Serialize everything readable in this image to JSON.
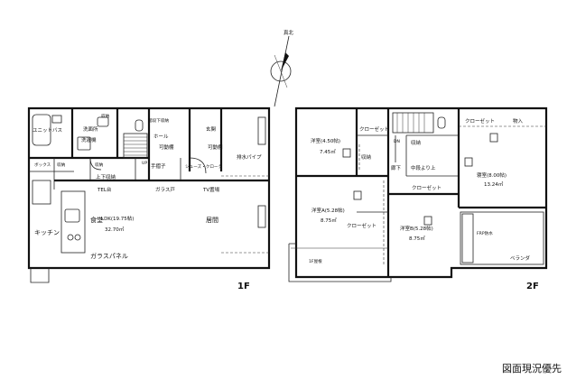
{
  "compass": {
    "label": "真北"
  },
  "floors": {
    "first": {
      "label": "1F"
    },
    "second": {
      "label": "2F"
    }
  },
  "first_floor_rooms": {
    "unit_bath": "ユニットバス",
    "washroom": "洗面所",
    "laundry": "洗濯機",
    "hall": "ホール",
    "under_stair": "階段下収納",
    "entrance": "玄関",
    "movable_shelf_1": "可動棚",
    "movable_shelf_2": "可動棚",
    "storage_a": "収納",
    "storage_b": "収納",
    "storage_c": "収納",
    "pantry": "ボックス",
    "shoes": "シューズ・クローク",
    "handrail": "手摺子",
    "drain_pipe": "排水パイプ",
    "upper_storage": "上下収納",
    "tel_stand": "TEL台",
    "glass_door": "ガラス戸",
    "tv_board": "TV置場",
    "ldk_area": "LDK(19.75帖)",
    "ldk_m2": "32.70㎡",
    "dining": "食堂",
    "living": "居間",
    "kitchen": "キッチン",
    "glass_panel": "ガラスパネル",
    "up": "UP"
  },
  "second_floor_rooms": {
    "western_a": "洋室A(5.28帖)",
    "western_a_m2": "8.75㎡",
    "western_b": "洋室B(5.28帖)",
    "western_b_m2": "8.75㎡",
    "western_c": "洋室(4.50帖)",
    "western_c_m2": "7.45㎡",
    "master": "寝室(8.00帖)",
    "master_m2": "13.24㎡",
    "closet_1": "クローゼット",
    "closet_2": "クローゼット",
    "closet_3": "クローゼット",
    "closet_4": "クローゼット",
    "storage_d": "収納",
    "storage_e": "収納",
    "corridor": "廊下",
    "corridor_top": "中段より上",
    "loft": "物入",
    "balcony": "ベランダ",
    "balcony_note": "FRP防水",
    "lower_roof": "1F屋根",
    "dn": "DN"
  },
  "footer": {
    "caption": "図面現況優先"
  }
}
